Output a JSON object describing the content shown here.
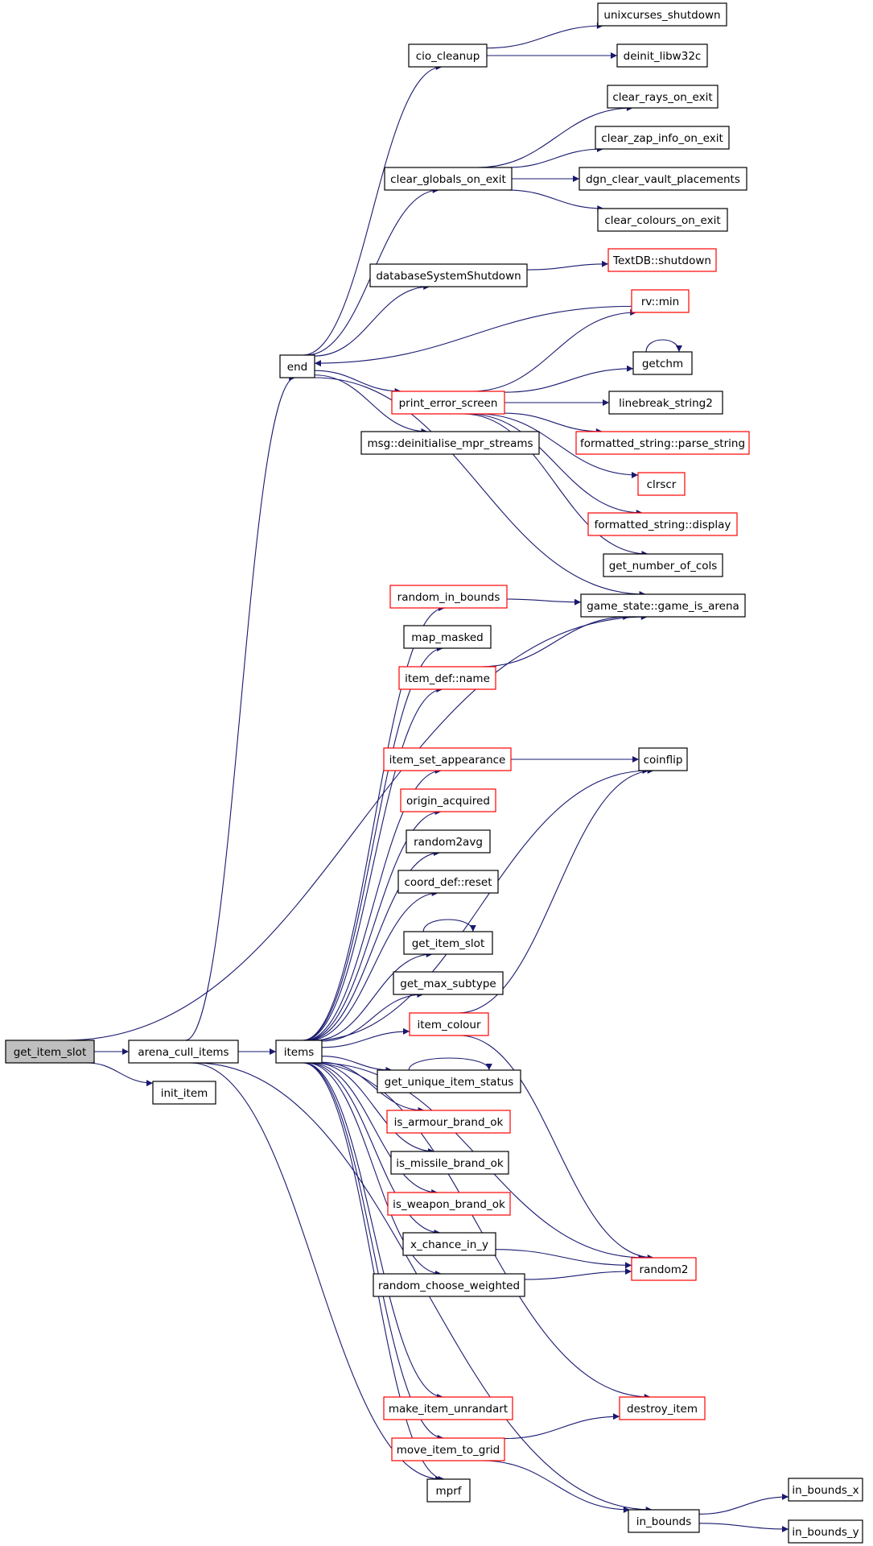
{
  "colors": {
    "edge": "#191970",
    "node_border_default": "#000000",
    "node_border_truncated": "#ff0000",
    "node_fill_default": "#ffffff",
    "node_fill_root": "#bfbfbf"
  },
  "nodes": [
    {
      "id": "get_item_slot_root",
      "label": "get_item_slot",
      "style": "root"
    },
    {
      "id": "arena_cull_items",
      "label": "arena_cull_items",
      "style": "default"
    },
    {
      "id": "init_item",
      "label": "init_item",
      "style": "default"
    },
    {
      "id": "items",
      "label": "items",
      "style": "default"
    },
    {
      "id": "end",
      "label": "end",
      "style": "default"
    },
    {
      "id": "cio_cleanup",
      "label": "cio_cleanup",
      "style": "default"
    },
    {
      "id": "unixcurses_shutdown",
      "label": "unixcurses_shutdown",
      "style": "default"
    },
    {
      "id": "deinit_libw32c",
      "label": "deinit_libw32c",
      "style": "default"
    },
    {
      "id": "clear_rays_on_exit",
      "label": "clear_rays_on_exit",
      "style": "default"
    },
    {
      "id": "clear_zap_info_on_exit",
      "label": "clear_zap_info_on_exit",
      "style": "default"
    },
    {
      "id": "clear_globals_on_exit",
      "label": "clear_globals_on_exit",
      "style": "default"
    },
    {
      "id": "dgn_clear_vault_placements",
      "label": "dgn_clear_vault_placements",
      "style": "default"
    },
    {
      "id": "clear_colours_on_exit",
      "label": "clear_colours_on_exit",
      "style": "default"
    },
    {
      "id": "textdb_shutdown",
      "label": "TextDB::shutdown",
      "style": "truncated"
    },
    {
      "id": "databaseSystemShutdown",
      "label": "databaseSystemShutdown",
      "style": "default"
    },
    {
      "id": "rv_min",
      "label": "rv::min",
      "style": "truncated"
    },
    {
      "id": "getchm",
      "label": "getchm",
      "style": "default"
    },
    {
      "id": "print_error_screen",
      "label": "print_error_screen",
      "style": "truncated"
    },
    {
      "id": "linebreak_string2",
      "label": "linebreak_string2",
      "style": "default"
    },
    {
      "id": "msg_deinitialise",
      "label": "msg::deinitialise_mpr_streams",
      "style": "default"
    },
    {
      "id": "parse_string",
      "label": "formatted_string::parse_string",
      "style": "truncated"
    },
    {
      "id": "clrscr",
      "label": "clrscr",
      "style": "truncated"
    },
    {
      "id": "fs_display",
      "label": "formatted_string::display",
      "style": "truncated"
    },
    {
      "id": "get_number_of_cols",
      "label": "get_number_of_cols",
      "style": "default"
    },
    {
      "id": "random_in_bounds",
      "label": "random_in_bounds",
      "style": "truncated"
    },
    {
      "id": "game_is_arena",
      "label": "game_state::game_is_arena",
      "style": "default"
    },
    {
      "id": "map_masked",
      "label": "map_masked",
      "style": "default"
    },
    {
      "id": "item_def_name",
      "label": "item_def::name",
      "style": "truncated"
    },
    {
      "id": "item_set_appearance",
      "label": "item_set_appearance",
      "style": "truncated"
    },
    {
      "id": "coinflip",
      "label": "coinflip",
      "style": "default"
    },
    {
      "id": "origin_acquired",
      "label": "origin_acquired",
      "style": "truncated"
    },
    {
      "id": "random2avg",
      "label": "random2avg",
      "style": "default"
    },
    {
      "id": "coord_def_reset",
      "label": "coord_def::reset",
      "style": "default"
    },
    {
      "id": "get_item_slot_2",
      "label": "get_item_slot",
      "style": "default"
    },
    {
      "id": "get_max_subtype",
      "label": "get_max_subtype",
      "style": "default"
    },
    {
      "id": "item_colour",
      "label": "item_colour",
      "style": "truncated"
    },
    {
      "id": "get_unique_item_status",
      "label": "get_unique_item_status",
      "style": "default"
    },
    {
      "id": "is_armour_brand_ok",
      "label": "is_armour_brand_ok",
      "style": "truncated"
    },
    {
      "id": "is_missile_brand_ok",
      "label": "is_missile_brand_ok",
      "style": "default"
    },
    {
      "id": "is_weapon_brand_ok",
      "label": "is_weapon_brand_ok",
      "style": "truncated"
    },
    {
      "id": "x_chance_in_y",
      "label": "x_chance_in_y",
      "style": "default"
    },
    {
      "id": "random2",
      "label": "random2",
      "style": "truncated"
    },
    {
      "id": "random_choose_weighted",
      "label": "random_choose_weighted",
      "style": "default"
    },
    {
      "id": "make_item_unrandart",
      "label": "make_item_unrandart",
      "style": "truncated"
    },
    {
      "id": "destroy_item",
      "label": "destroy_item",
      "style": "truncated"
    },
    {
      "id": "move_item_to_grid",
      "label": "move_item_to_grid",
      "style": "truncated"
    },
    {
      "id": "mprf",
      "label": "mprf",
      "style": "default"
    },
    {
      "id": "in_bounds",
      "label": "in_bounds",
      "style": "default"
    },
    {
      "id": "in_bounds_x",
      "label": "in_bounds_x",
      "style": "default"
    },
    {
      "id": "in_bounds_y",
      "label": "in_bounds_y",
      "style": "default"
    }
  ],
  "edges": [
    [
      "get_item_slot_root",
      "arena_cull_items"
    ],
    [
      "get_item_slot_root",
      "init_item"
    ],
    [
      "get_item_slot_root",
      "game_is_arena"
    ],
    [
      "arena_cull_items",
      "items"
    ],
    [
      "arena_cull_items",
      "end"
    ],
    [
      "arena_cull_items",
      "in_bounds"
    ],
    [
      "arena_cull_items",
      "mprf"
    ],
    [
      "end",
      "cio_cleanup"
    ],
    [
      "end",
      "clear_globals_on_exit"
    ],
    [
      "end",
      "databaseSystemShutdown"
    ],
    [
      "end",
      "print_error_screen"
    ],
    [
      "end",
      "msg_deinitialise"
    ],
    [
      "end",
      "game_is_arena"
    ],
    [
      "rv_min",
      "end"
    ],
    [
      "cio_cleanup",
      "unixcurses_shutdown"
    ],
    [
      "cio_cleanup",
      "deinit_libw32c"
    ],
    [
      "clear_globals_on_exit",
      "clear_rays_on_exit"
    ],
    [
      "clear_globals_on_exit",
      "clear_zap_info_on_exit"
    ],
    [
      "clear_globals_on_exit",
      "dgn_clear_vault_placements"
    ],
    [
      "clear_globals_on_exit",
      "clear_colours_on_exit"
    ],
    [
      "databaseSystemShutdown",
      "textdb_shutdown"
    ],
    [
      "print_error_screen",
      "rv_min"
    ],
    [
      "print_error_screen",
      "getchm"
    ],
    [
      "print_error_screen",
      "linebreak_string2"
    ],
    [
      "print_error_screen",
      "parse_string"
    ],
    [
      "print_error_screen",
      "clrscr"
    ],
    [
      "print_error_screen",
      "fs_display"
    ],
    [
      "print_error_screen",
      "get_number_of_cols"
    ],
    [
      "getchm",
      "getchm"
    ],
    [
      "items",
      "random_in_bounds"
    ],
    [
      "items",
      "map_masked"
    ],
    [
      "items",
      "item_def_name"
    ],
    [
      "items",
      "coinflip"
    ],
    [
      "items",
      "item_set_appearance"
    ],
    [
      "items",
      "origin_acquired"
    ],
    [
      "items",
      "random2avg"
    ],
    [
      "items",
      "coord_def_reset"
    ],
    [
      "items",
      "get_item_slot_2"
    ],
    [
      "items",
      "get_max_subtype"
    ],
    [
      "items",
      "item_colour"
    ],
    [
      "items",
      "get_unique_item_status"
    ],
    [
      "items",
      "is_armour_brand_ok"
    ],
    [
      "items",
      "is_missile_brand_ok"
    ],
    [
      "items",
      "is_weapon_brand_ok"
    ],
    [
      "items",
      "x_chance_in_y"
    ],
    [
      "items",
      "random_choose_weighted"
    ],
    [
      "items",
      "random2"
    ],
    [
      "items",
      "destroy_item"
    ],
    [
      "items",
      "make_item_unrandart"
    ],
    [
      "items",
      "move_item_to_grid"
    ],
    [
      "items",
      "mprf"
    ],
    [
      "random_in_bounds",
      "game_is_arena"
    ],
    [
      "item_def_name",
      "game_is_arena"
    ],
    [
      "item_set_appearance",
      "coinflip"
    ],
    [
      "get_item_slot_2",
      "get_item_slot_2"
    ],
    [
      "item_colour",
      "coinflip"
    ],
    [
      "item_colour",
      "random2"
    ],
    [
      "get_unique_item_status",
      "get_unique_item_status"
    ],
    [
      "x_chance_in_y",
      "random2"
    ],
    [
      "random_choose_weighted",
      "random2"
    ],
    [
      "move_item_to_grid",
      "destroy_item"
    ],
    [
      "move_item_to_grid",
      "in_bounds"
    ],
    [
      "in_bounds",
      "in_bounds_x"
    ],
    [
      "in_bounds",
      "in_bounds_y"
    ]
  ]
}
